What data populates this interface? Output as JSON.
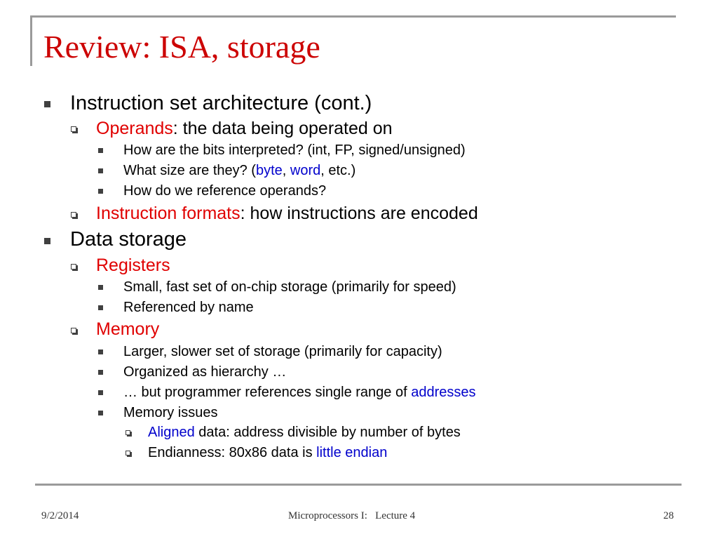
{
  "title": "Review: ISA, storage",
  "content": {
    "item1": "Instruction set architecture (cont.)",
    "operands_term": "Operands",
    "operands_rest": ": the data being operated on",
    "operands_q1": "How are the bits interpreted? (int, FP, signed/unsigned)",
    "operands_q2_a": "What size are they? (",
    "operands_q2_byte": "byte",
    "operands_q2_b": ", ",
    "operands_q2_word": "word",
    "operands_q2_c": ", etc.)",
    "operands_q3": "How do we reference operands?",
    "formats_term": "Instruction formats",
    "formats_rest": ": how instructions are encoded",
    "item2": "Data storage",
    "registers": "Registers",
    "reg1": "Small, fast set of on-chip storage (primarily for speed)",
    "reg2": "Referenced by name",
    "memory": "Memory",
    "mem1": "Larger, slower set of storage (primarily for capacity)",
    "mem2": "Organized as hierarchy …",
    "mem3_a": "… but programmer references single range of ",
    "mem3_addr": "addresses",
    "mem4": "Memory issues",
    "issue1_term": "Aligned",
    "issue1_rest": " data: address divisible by number of bytes",
    "issue2_a": "Endianness: 80x86 data is ",
    "issue2_term": "little endian"
  },
  "footer": {
    "date": "9/2/2014",
    "course": "Microprocessors I:   Lecture 4",
    "page": "28"
  }
}
